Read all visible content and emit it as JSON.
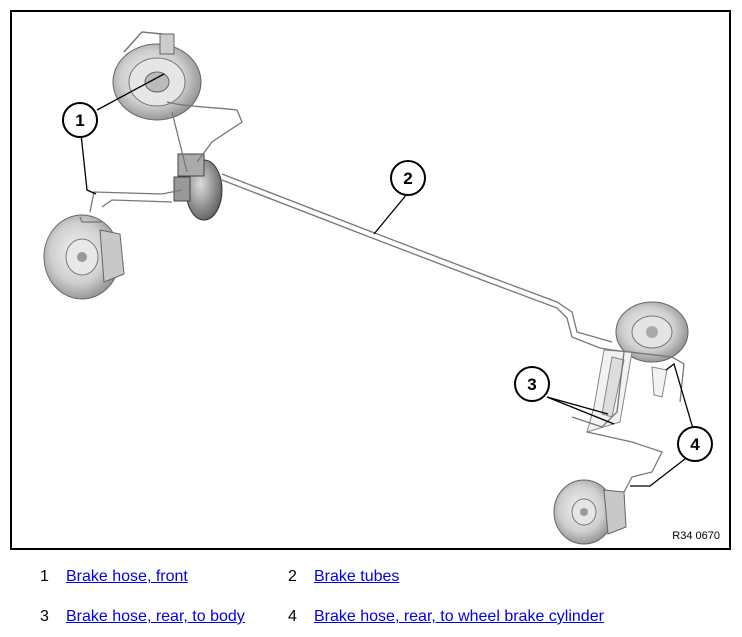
{
  "figure": {
    "reference": "R34 0670",
    "callouts": [
      "1",
      "2",
      "3",
      "4"
    ]
  },
  "legend": [
    {
      "number": "1",
      "label": "Brake hose, front"
    },
    {
      "number": "2",
      "label": "Brake tubes"
    },
    {
      "number": "3",
      "label": "Brake hose, rear, to body"
    },
    {
      "number": "4",
      "label": "Brake hose, rear, to wheel brake cylinder"
    }
  ],
  "colors": {
    "link": "#0000ee",
    "line": "#000000",
    "part": "#888888"
  }
}
